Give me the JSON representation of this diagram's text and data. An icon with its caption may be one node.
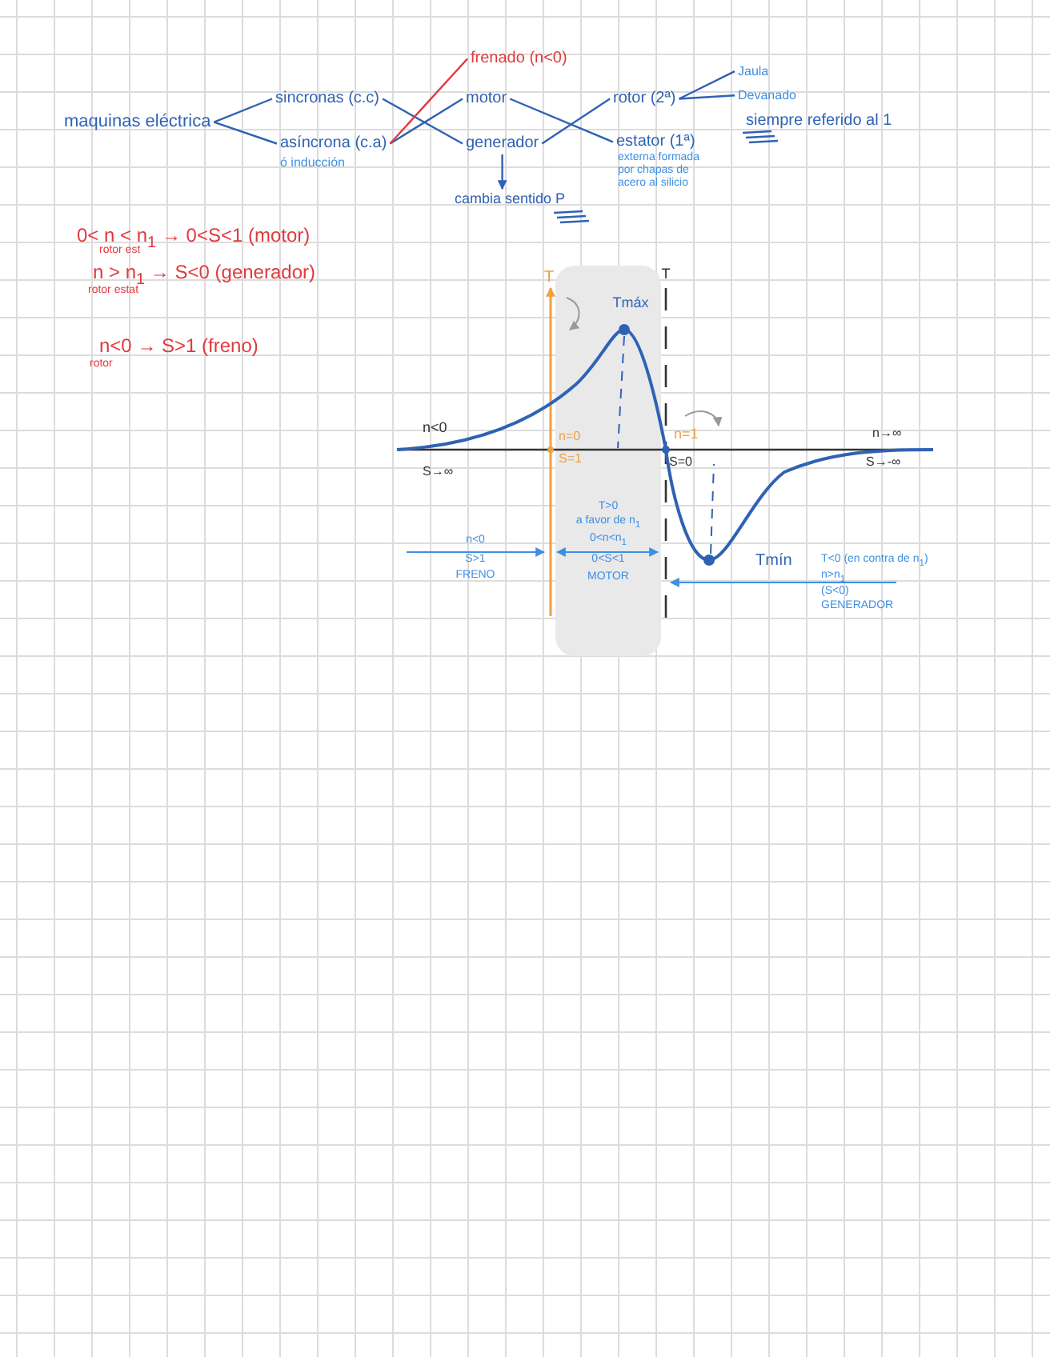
{
  "diagram": {
    "nodes": [
      {
        "text": [
          "maquinas eléctrica"
        ]
      },
      {
        "text": [
          "sincronas (c.c)"
        ]
      },
      {
        "text": [
          "asíncrona (c.a)"
        ],
        "beside": [
          "ó inducción"
        ]
      },
      {
        "text": [
          "motor"
        ]
      },
      {
        "text": [
          "generador"
        ]
      },
      {
        "text": [
          "frenado (n<0)"
        ]
      },
      {
        "text": [
          "rotor (2ª)"
        ]
      },
      {
        "text": [
          "estator (1ª)"
        ],
        "beside": [
          "externa formada por chapas de acero al silicio"
        ]
      },
      {
        "text": [
          "Jaula"
        ]
      },
      {
        "text": [
          "Devanado"
        ]
      },
      {
        "text": [
          "cambia sentido P"
        ]
      }
    ],
    "edges": [
      {
        "from": 0,
        "to": 1,
        "arrow": "none"
      },
      {
        "from": 0,
        "to": 2,
        "arrow": "none"
      },
      {
        "from": 1,
        "to": 4,
        "arrow": "none"
      },
      {
        "from": 2,
        "to": 3,
        "arrow": "none"
      },
      {
        "from": 2,
        "to": 5,
        "arrow": "none",
        "color": "#e0393e"
      },
      {
        "from": 3,
        "to": 7,
        "arrow": "none"
      },
      {
        "from": 4,
        "to": 6,
        "arrow": "none"
      },
      {
        "from": 6,
        "to": 8,
        "arrow": "none"
      },
      {
        "from": 6,
        "to": 9,
        "arrow": "none"
      },
      {
        "from": 4,
        "to": 10,
        "arrow": "to"
      }
    ],
    "labels": [
      "siempre referido al 1",
      "0< n < n$_{1}$ → 0<S<1 (motor)",
      "rotor est",
      "n > n$_{1}$ → S<0 (generador)",
      "rotor estat",
      "n<0 → S>1 (freno)",
      "rotor",
      "T",
      "Tmáx",
      "T",
      "n<0",
      "n=0",
      "n=1",
      "n→∞",
      "S→∞",
      "S=1",
      "S=0",
      "S→-∞",
      "T>0",
      "a favor de n$_{1}$",
      "0<n<n$_{1}$",
      "n<0",
      "0<S<1",
      "Tmín",
      "S>1",
      "MOTOR",
      "FRENO",
      "T<0 (en contra de n$_{1}$)",
      "n>n$_{1}$",
      "(S<0)",
      "GENERADOR"
    ]
  }
}
